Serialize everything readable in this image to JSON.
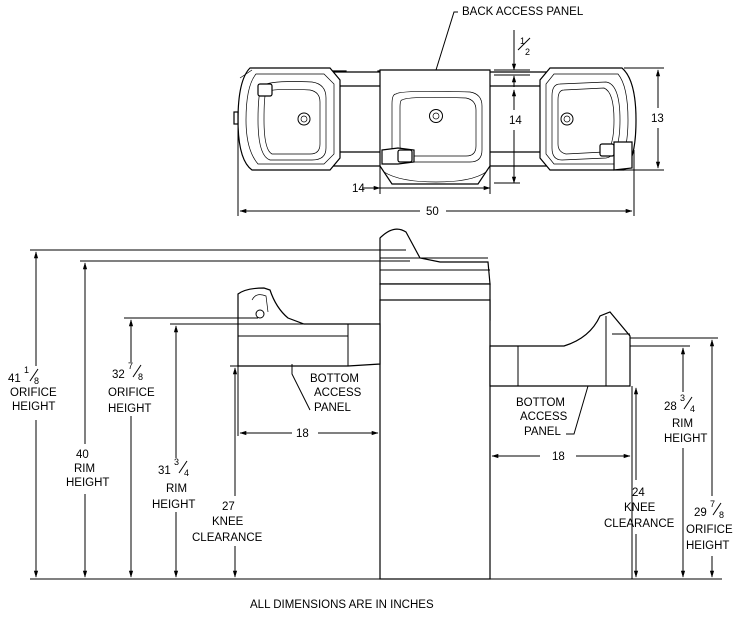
{
  "top_view": {
    "back_access_panel": "BACK ACCESS PANEL",
    "dim_half": {
      "whole": "",
      "num": "1",
      "den": "2"
    },
    "dim_14_vertical": "14",
    "dim_13": "13",
    "dim_14_horizontal": "14",
    "dim_50": "50"
  },
  "front_view": {
    "left": {
      "h_41": {
        "whole": "41",
        "num": "1",
        "den": "8"
      },
      "orifice_height_1": "ORIFICE",
      "orifice_height_2": "HEIGHT",
      "h_40": "40",
      "rim_1": "RIM",
      "rim_2": "HEIGHT",
      "h_32": {
        "whole": "32",
        "num": "7",
        "den": "8"
      },
      "orifice2_1": "ORIFICE",
      "orifice2_2": "HEIGHT",
      "h_31": {
        "whole": "31",
        "num": "3",
        "den": "4"
      },
      "rim2_1": "RIM",
      "rim2_2": "HEIGHT",
      "h_27": "27",
      "knee_1": "KNEE",
      "knee_2": "CLEARANCE",
      "bottom_1": "BOTTOM",
      "bottom_2": "ACCESS",
      "bottom_3": "PANEL",
      "dim_18": "18"
    },
    "right": {
      "bottom_1": "BOTTOM",
      "bottom_2": "ACCESS",
      "bottom_3": "PANEL",
      "dim_18": "18",
      "h_24": "24",
      "knee_1": "KNEE",
      "knee_2": "CLEARANCE",
      "h_28": {
        "whole": "28",
        "num": "3",
        "den": "4"
      },
      "rim_1": "RIM",
      "rim_2": "HEIGHT",
      "h_29": {
        "whole": "29",
        "num": "7",
        "den": "8"
      },
      "orifice_1": "ORIFICE",
      "orifice_2": "HEIGHT"
    }
  },
  "footer_note": "ALL DIMENSIONS ARE IN INCHES"
}
